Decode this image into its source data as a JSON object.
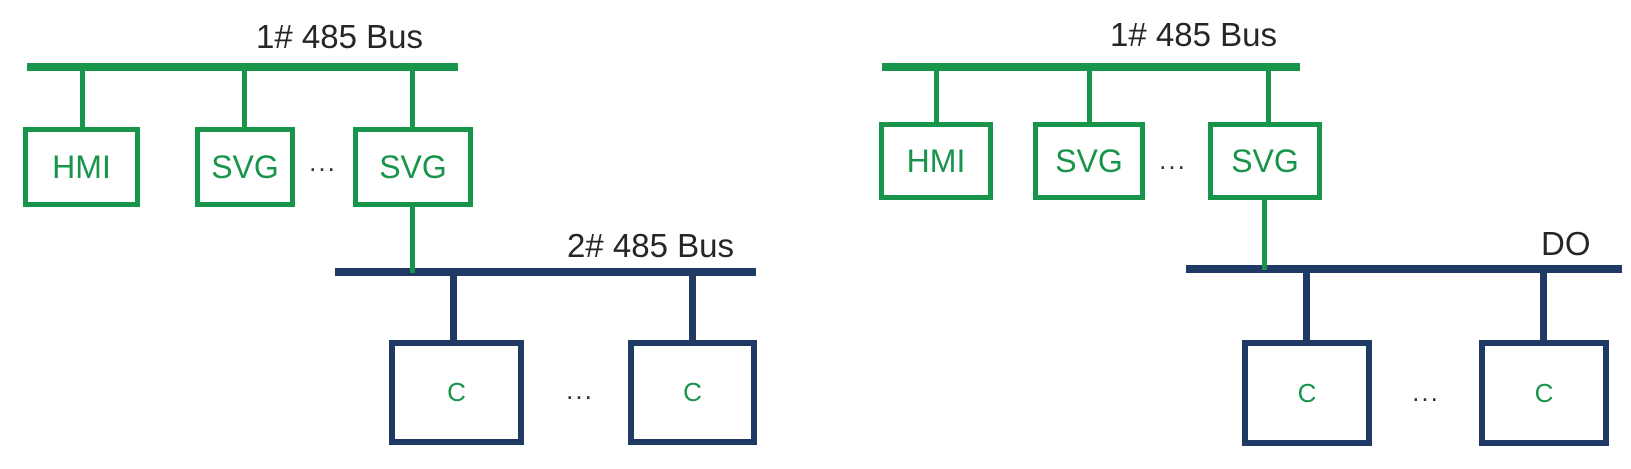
{
  "colors": {
    "green": "#18944B",
    "navy": "#203A66",
    "ink": "#262626",
    "dots": "#333333"
  },
  "ellipsis": "...",
  "diagrams": [
    {
      "top_bus_label": "1# 485 Bus",
      "bottom_bus_label": "2# 485 Bus",
      "top_bus_nodes": [
        "HMI",
        "SVG",
        "SVG"
      ],
      "bottom_bus_nodes": [
        "C",
        "C"
      ]
    },
    {
      "top_bus_label": "1# 485 Bus",
      "bottom_bus_label": "DO",
      "top_bus_nodes": [
        "HMI",
        "SVG",
        "SVG"
      ],
      "bottom_bus_nodes": [
        "C",
        "C"
      ]
    }
  ]
}
